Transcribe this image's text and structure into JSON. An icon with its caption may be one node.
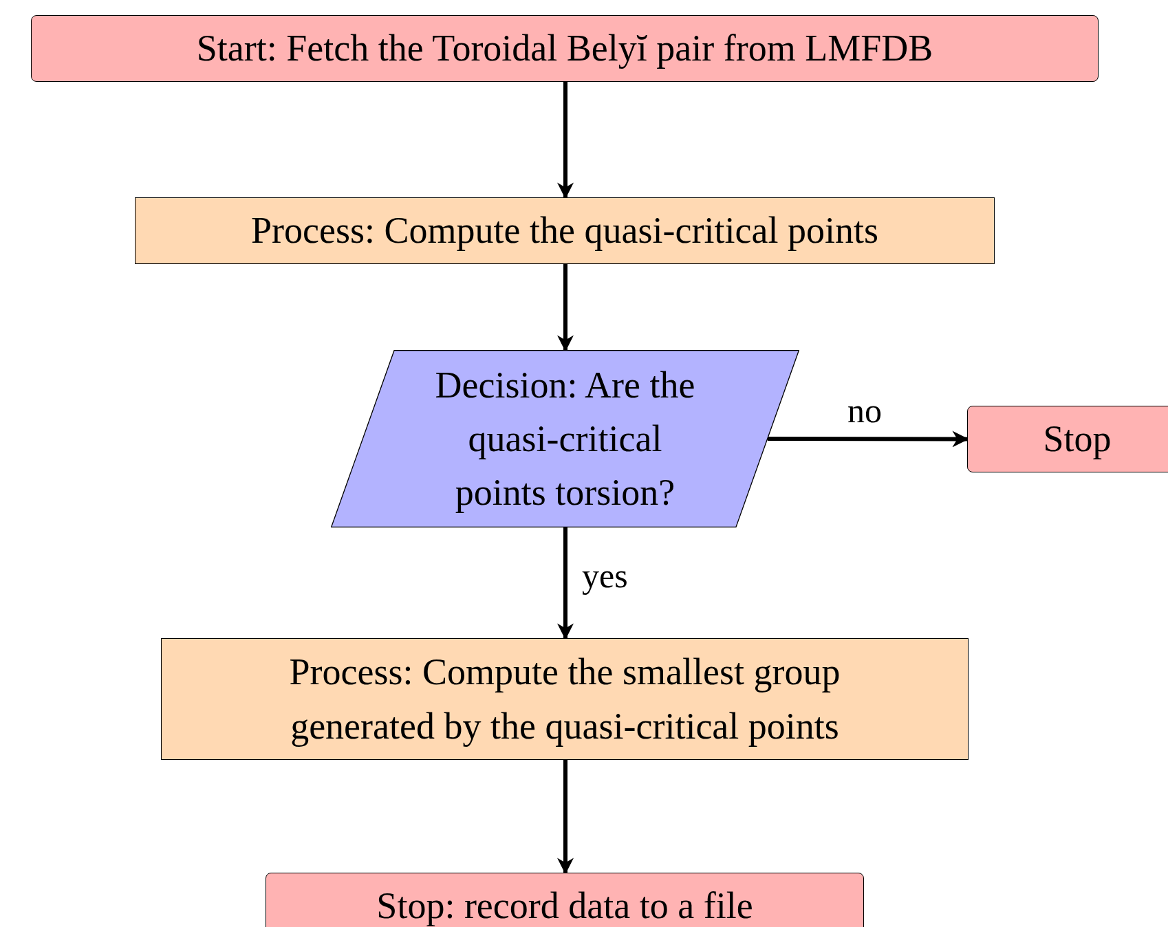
{
  "diagram": {
    "nodes": [
      {
        "text": [
          "Start: Fetch the Toroidal Belyĭ pair from LMFDB"
        ]
      },
      {
        "text": [
          "Process: Compute the quasi-critical points"
        ]
      },
      {
        "text": [
          "Decision: Are the quasi-critical points torsion?"
        ]
      },
      {
        "text": [
          "Stop"
        ]
      },
      {
        "text": [
          "Process: Compute the smallest group generated by the quasi-critical points"
        ]
      },
      {
        "text": [
          "Stop: record data to a file"
        ]
      }
    ],
    "edges": [
      {
        "from": 0,
        "to": 1,
        "arrow": "to"
      },
      {
        "from": 1,
        "to": 2,
        "arrow": "to"
      },
      {
        "from": 2,
        "to": 3,
        "arrow": "to",
        "label": "no"
      },
      {
        "from": 2,
        "to": 4,
        "arrow": "to",
        "label": "yes"
      },
      {
        "from": 4,
        "to": 5,
        "arrow": "to"
      }
    ]
  }
}
